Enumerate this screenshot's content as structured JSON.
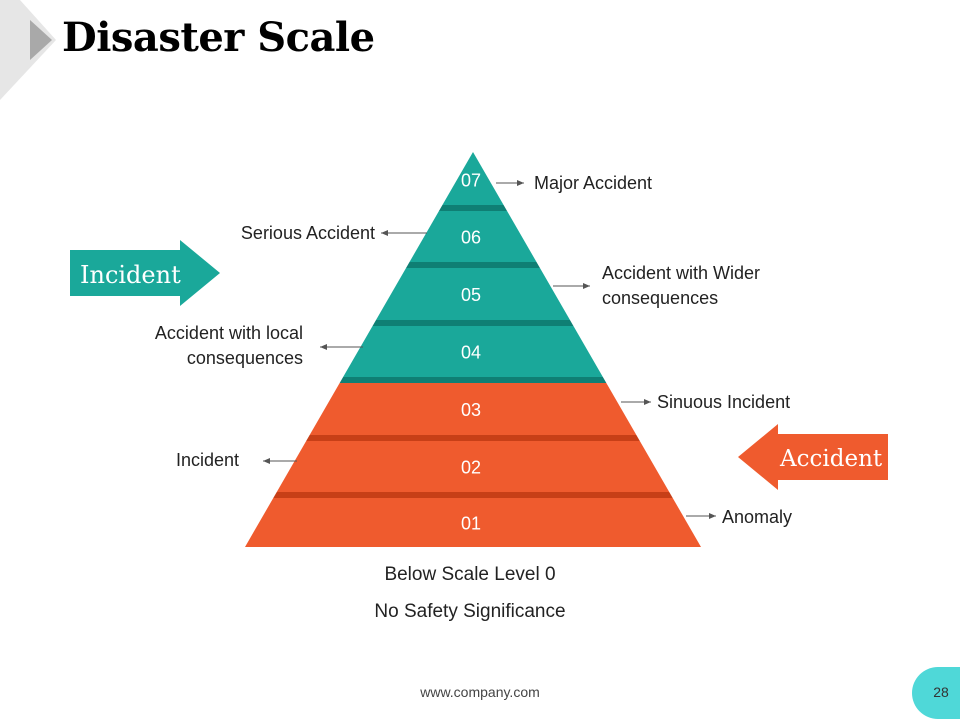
{
  "slide": {
    "title": "Disaster Scale",
    "footer_url": "www.company.com",
    "page_number": "28"
  },
  "arrows": {
    "left": {
      "label": "Incident",
      "color": "#1aa89a"
    },
    "right": {
      "label": "Accident",
      "color": "#ef5b2e"
    }
  },
  "pyramid": {
    "levels": [
      {
        "number": "07",
        "label": "Major Accident",
        "side": "right",
        "group": "teal"
      },
      {
        "number": "06",
        "label": "Serious Accident",
        "side": "left",
        "group": "teal"
      },
      {
        "number": "05",
        "label": "Accident with Wider consequences",
        "side": "right",
        "group": "teal"
      },
      {
        "number": "04",
        "label": "Accident with local consequences",
        "side": "left",
        "group": "teal"
      },
      {
        "number": "03",
        "label": "Sinuous Incident",
        "side": "right",
        "group": "orange"
      },
      {
        "number": "02",
        "label": "Incident",
        "side": "left",
        "group": "orange"
      },
      {
        "number": "01",
        "label": "Anomaly",
        "side": "right",
        "group": "orange"
      }
    ],
    "colors": {
      "teal": "#1aa89a",
      "teal_dark": "#0f7f74",
      "orange": "#ef5b2e",
      "orange_dark": "#c73f17"
    }
  },
  "below_scale": {
    "line1": "Below Scale Level 0",
    "line2": "No Safety Significance"
  }
}
